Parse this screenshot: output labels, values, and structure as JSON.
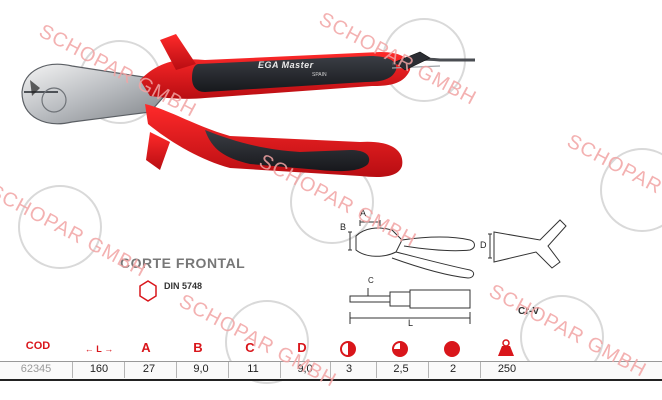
{
  "brand": {
    "name": "EGA Master",
    "origin": "SPAIN"
  },
  "watermark": "SCHOPAR GMBH",
  "product": {
    "name": "CORTE FRONTAL",
    "standard": "DIN 5748",
    "material": "Cr-V"
  },
  "diagram_labels": {
    "a": "A",
    "b": "B",
    "c": "C",
    "d": "D",
    "l": "L"
  },
  "table": {
    "headers": {
      "cod": "COD",
      "length": "L",
      "a": "A",
      "b": "B",
      "c": "C",
      "d": "D"
    },
    "row": {
      "cod": "62345",
      "length": "160",
      "a": "27",
      "b": "9,0",
      "c": "11",
      "d": "9,0",
      "soft_wire": "3",
      "medium_wire": "2,5",
      "hard_wire": "2",
      "weight": "250"
    }
  },
  "colors": {
    "accent": "#d9161b",
    "handle_red": "#e3141b",
    "handle_dark": "#2b2d33",
    "watermark": "#f2a4a4"
  }
}
